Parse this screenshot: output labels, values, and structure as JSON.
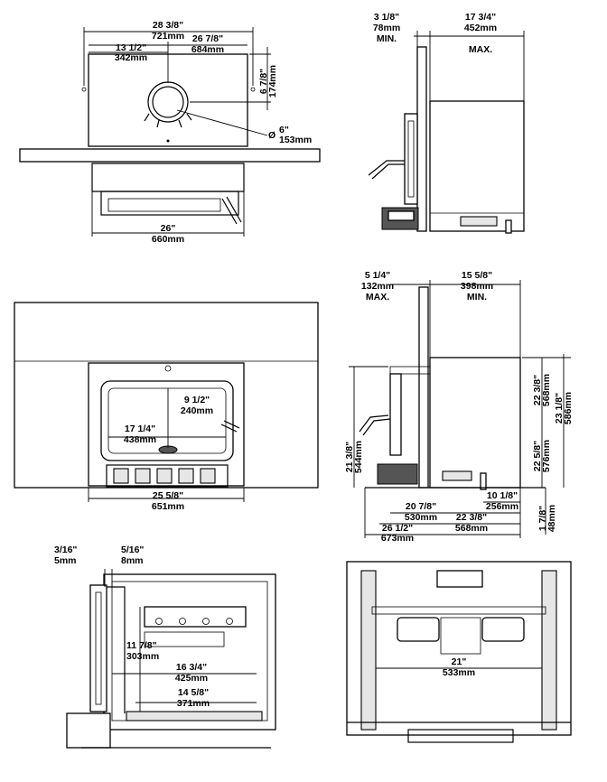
{
  "front_top": {
    "overall_width": [
      "28 3/8\"",
      "721mm"
    ],
    "back_width": [
      "26 7/8\"",
      "684mm"
    ],
    "flue_offset": [
      "13 1/2\"",
      "342mm"
    ],
    "flue_height": [
      "6 7/8\"",
      "174mm"
    ],
    "flue_diameter": [
      "6\"",
      "153mm"
    ],
    "flue_symbol": "Ø",
    "base_width": [
      "26\"",
      "660mm"
    ]
  },
  "side_top": {
    "rear_clearance": [
      "3 1/8\"",
      "78mm",
      "MIN."
    ],
    "depth_max": [
      "17 3/4\"",
      "452mm",
      "MAX."
    ]
  },
  "front_full": {
    "door_height": [
      "9 1/2\"",
      "240mm"
    ],
    "door_width": [
      "17 1/4\"",
      "438mm"
    ],
    "opening_width": [
      "25 5/8\"",
      "651mm"
    ]
  },
  "side_full": {
    "front_max": [
      "5 1/4\"",
      "132mm",
      "MAX."
    ],
    "depth_min": [
      "15 5/8\"",
      "398mm",
      "MIN."
    ],
    "height_a": [
      "22 3/8\"",
      "568mm"
    ],
    "height_b": [
      "23 1/8\"",
      "586mm"
    ],
    "height_c": [
      "22 5/8\"",
      "576mm"
    ],
    "left_height": [
      "21 3/8\"",
      "544mm"
    ],
    "leg_offset": [
      "10 1/8\"",
      "256mm"
    ],
    "depth_a": [
      "20 7/8\"",
      "530mm"
    ],
    "depth_b": [
      "22 3/8\"",
      "568mm"
    ],
    "depth_c": [
      "26 1/2\"",
      "673mm"
    ],
    "floor_gap": [
      "1 7/8\"",
      "48mm"
    ]
  },
  "section_side": {
    "glass_a": [
      "3/16\"",
      "5mm"
    ],
    "glass_b": [
      "5/16\"",
      "8mm"
    ],
    "firebox_height": [
      "11 7/8\"",
      "303mm"
    ],
    "firebox_depth": [
      "16 3/4\"",
      "425mm"
    ],
    "floor_depth": [
      "14 5/8\"",
      "371mm"
    ]
  },
  "section_front": {
    "inner_width": [
      "21\"",
      "533mm"
    ]
  }
}
